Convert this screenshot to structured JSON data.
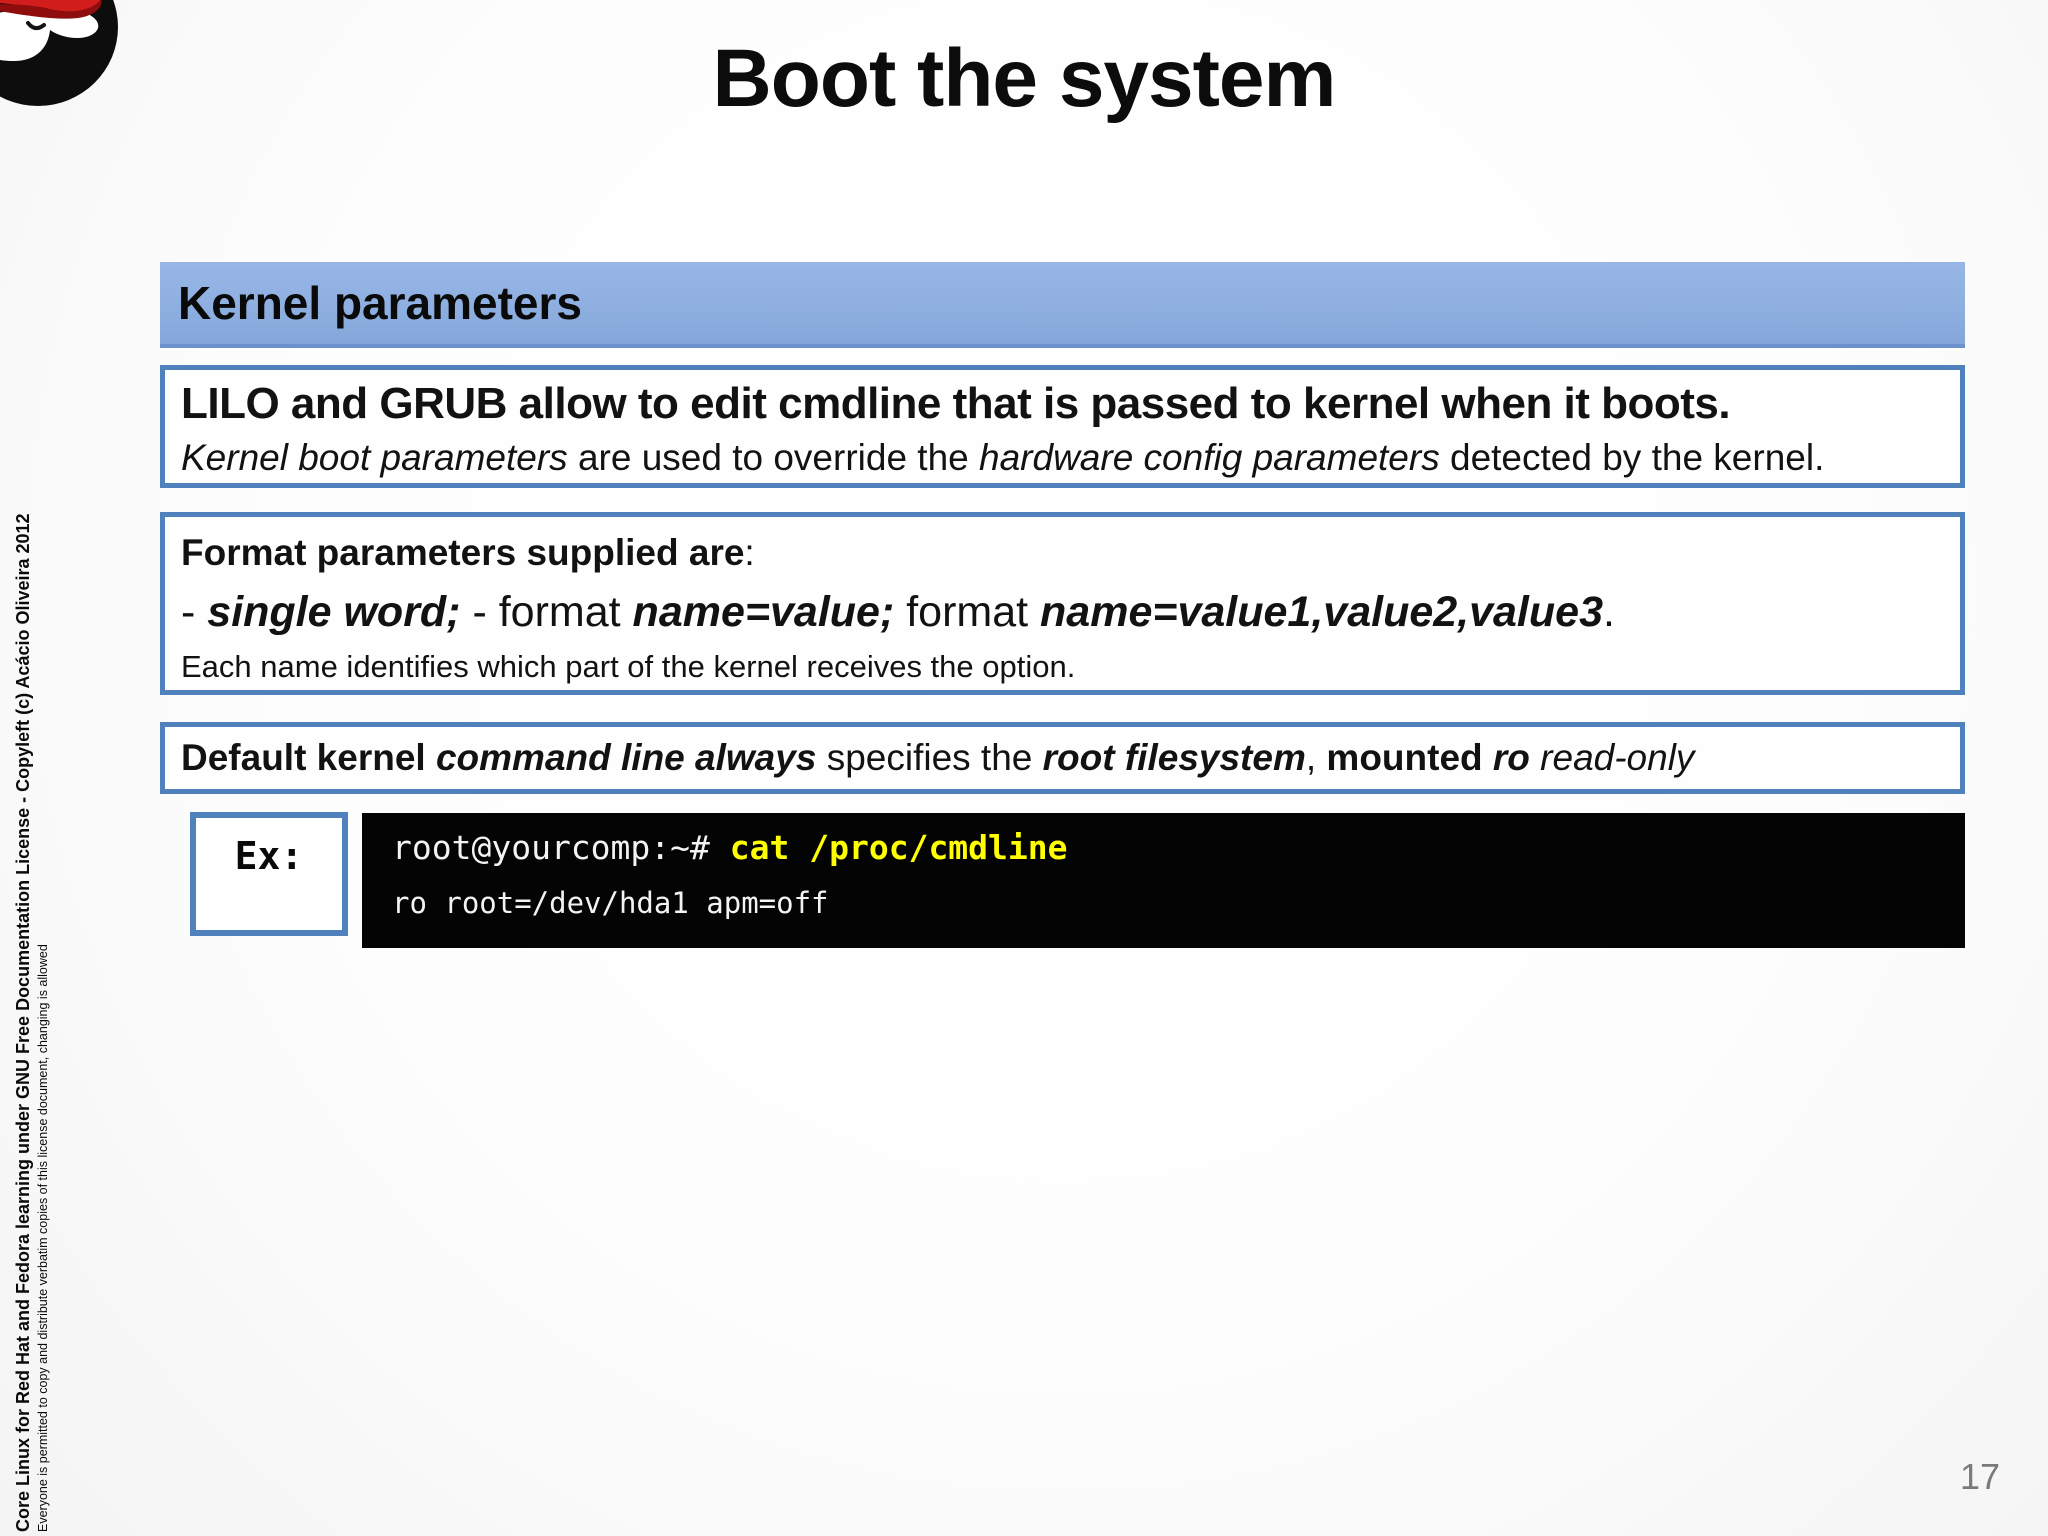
{
  "slide": {
    "title": "Boot the system",
    "page_number": "17"
  },
  "header": {
    "label": "Kernel parameters"
  },
  "boxes": {
    "lilo": {
      "line1": "LILO and GRUB allow to edit cmdline that is passed to kernel when it boots.",
      "line2": [
        {
          "t": "Kernel boot parameters",
          "i": true
        },
        {
          "t": " are used to override the "
        },
        {
          "t": "hardware config parameters",
          "i": true
        },
        {
          "t": " detected by the kernel."
        }
      ]
    },
    "format": {
      "line1": [
        {
          "t": "Format parameters supplied are",
          "b": true
        },
        {
          "t": ":"
        }
      ],
      "line2": [
        {
          "t": "- "
        },
        {
          "t": "single word;",
          "b": true,
          "i": true
        },
        {
          "t": " - format "
        },
        {
          "t": "name=value;",
          "b": true,
          "i": true
        },
        {
          "t": " format "
        },
        {
          "t": "name=value1,value2,value3",
          "b": true,
          "i": true
        },
        {
          "t": "."
        }
      ],
      "line3": "Each name identifies which part of the kernel receives the option."
    },
    "default_cmdline": {
      "line": [
        {
          "t": "Default kernel ",
          "b": true
        },
        {
          "t": "command line always",
          "b": true,
          "i": true
        },
        {
          "t": " specifies the "
        },
        {
          "t": "root filesystem",
          "b": true,
          "i": true
        },
        {
          "t": ", "
        },
        {
          "t": "mounted ",
          "b": true
        },
        {
          "t": "ro",
          "b": true,
          "i": true
        },
        {
          "t": " read-only",
          "i": true
        }
      ]
    }
  },
  "example": {
    "label": "Ex:"
  },
  "terminal": {
    "prompt": "root@yourcomp:~# ",
    "command": "cat /proc/cmdline",
    "output": "ro root=/dev/hda1 apm=off"
  },
  "sidebar": {
    "line1": "Core Linux for Red Hat and Fedora learning under GNU Free Documentation License  - Copyleft (c) Acácio Oliveira 2012",
    "line2": "Everyone is permitted to copy and distribute verbatim copies of this license document, changing is allowed"
  },
  "icons": {
    "logo": "redhat-shadowman-logo"
  },
  "colors": {
    "header_bar_blue": "#8eafe0",
    "box_border_blue": "#4f81bd",
    "terminal_background": "#040404",
    "terminal_command_yellow": "#ffff00",
    "page_number_gray": "#7a7a7a",
    "logo_red": "#d21d1d"
  }
}
